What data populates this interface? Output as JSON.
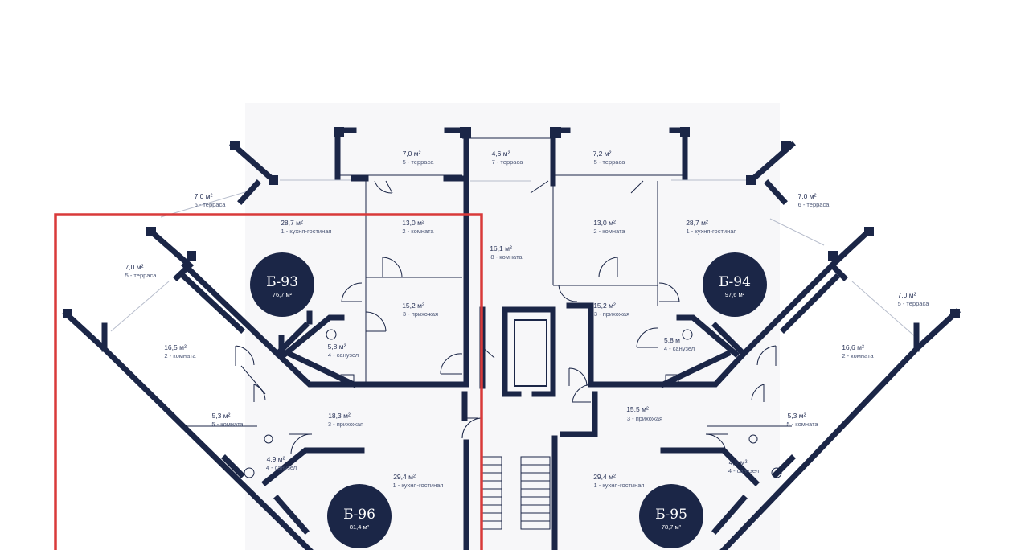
{
  "colors": {
    "wall": "#1b2647",
    "badge": "#1b2647",
    "highlight": "#d93a3a",
    "floor_bg": "#f7f7f9",
    "text": "#2a3458"
  },
  "apartments": {
    "b93": {
      "code": "Б-93",
      "area": "76,7 м²"
    },
    "b94": {
      "code": "Б-94",
      "area": "97,6 м²"
    },
    "b95": {
      "code": "Б-95",
      "area": "78,7 м²"
    },
    "b96": {
      "code": "Б-96",
      "area": "81,4 м²"
    }
  },
  "rooms": {
    "t93": {
      "area": "7,0 м²",
      "name": "5 - терраса"
    },
    "hall7": {
      "area": "4,6 м²",
      "name": "7 - терраса"
    },
    "t94": {
      "area": "7,2 м²",
      "name": "5 - терраса"
    },
    "tl6": {
      "area": "7,0 м²",
      "name": "6 - терраса"
    },
    "k93": {
      "area": "28,7 м²",
      "name": "1 - кухня-гостиная"
    },
    "r93": {
      "area": "13,0 м²",
      "name": "2 - комната"
    },
    "c8": {
      "area": "16,1 м²",
      "name": "8 - комната"
    },
    "r94": {
      "area": "13,0 м²",
      "name": "2 - комната"
    },
    "k94": {
      "area": "28,7 м²",
      "name": "1 - кухня-гостиная"
    },
    "tr6": {
      "area": "7,0 м²",
      "name": "6 - терраса"
    },
    "tl5": {
      "area": "7,0 м²",
      "name": "5 - терраса"
    },
    "p93": {
      "area": "15,2 м²",
      "name": "3 - прихожая"
    },
    "p94": {
      "area": "15,2 м²",
      "name": "3 - прихожая"
    },
    "tr5": {
      "area": "7,0 м²",
      "name": "5 - терраса"
    },
    "r96": {
      "area": "16,5 м²",
      "name": "2 - комната"
    },
    "s93": {
      "area": "5,8 м²",
      "name": "4 - санузел"
    },
    "s94": {
      "area": "5,8 м",
      "name": "4 - санузел"
    },
    "r94b": {
      "area": "16,6 м²",
      "name": "2 - комната"
    },
    "k96s": {
      "area": "5,3 м²",
      "name": "5 - комната"
    },
    "p96": {
      "area": "18,3 м²",
      "name": "3 - прихожая"
    },
    "p95": {
      "area": "15,5 м²",
      "name": "3 - прихожая"
    },
    "k95s": {
      "area": "5,3 м²",
      "name": "5 - комната"
    },
    "s96": {
      "area": "4,9 м²",
      "name": "4 - санузел"
    },
    "s95": {
      "area": "4,9 м²",
      "name": "4 - санузел"
    },
    "k96": {
      "area": "29,4 м²",
      "name": "1 - кухня-гостиная"
    },
    "k95": {
      "area": "29,4 м²",
      "name": "1 - кухня-гостиная"
    }
  }
}
